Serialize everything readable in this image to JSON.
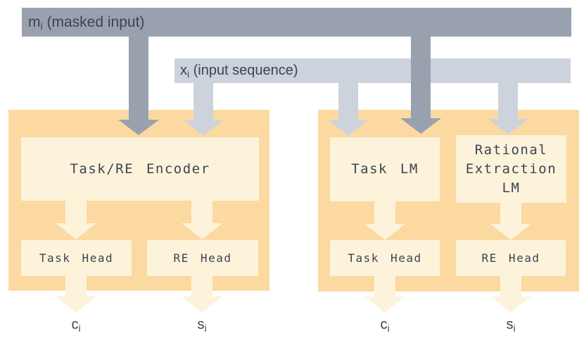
{
  "banners": {
    "masked_input": {
      "symbol": "m",
      "subscript": "i",
      "text": " (masked input)"
    },
    "input_sequence": {
      "symbol": "x",
      "subscript": "i",
      "text": " (input sequence)"
    }
  },
  "left_module": {
    "encoder": "Task/RE Encoder",
    "task_head": "Task Head",
    "re_head": "RE Head",
    "output_task": {
      "symbol": "c",
      "subscript": "i"
    },
    "output_re": {
      "symbol": "s",
      "subscript": "i"
    }
  },
  "right_module": {
    "task_lm": "Task LM",
    "re_lm": "Rational Extraction LM",
    "task_head": "Task Head",
    "re_head": "RE Head",
    "output_task": {
      "symbol": "c",
      "subscript": "i"
    },
    "output_re": {
      "symbol": "s",
      "subscript": "i"
    }
  },
  "colors": {
    "masked_input_bar": "#99A1AF",
    "input_sequence_bar": "#CDD3DD",
    "module_background": "#FBD9A1",
    "inner_box": "#FDF3DB",
    "text": "#3A4454"
  }
}
